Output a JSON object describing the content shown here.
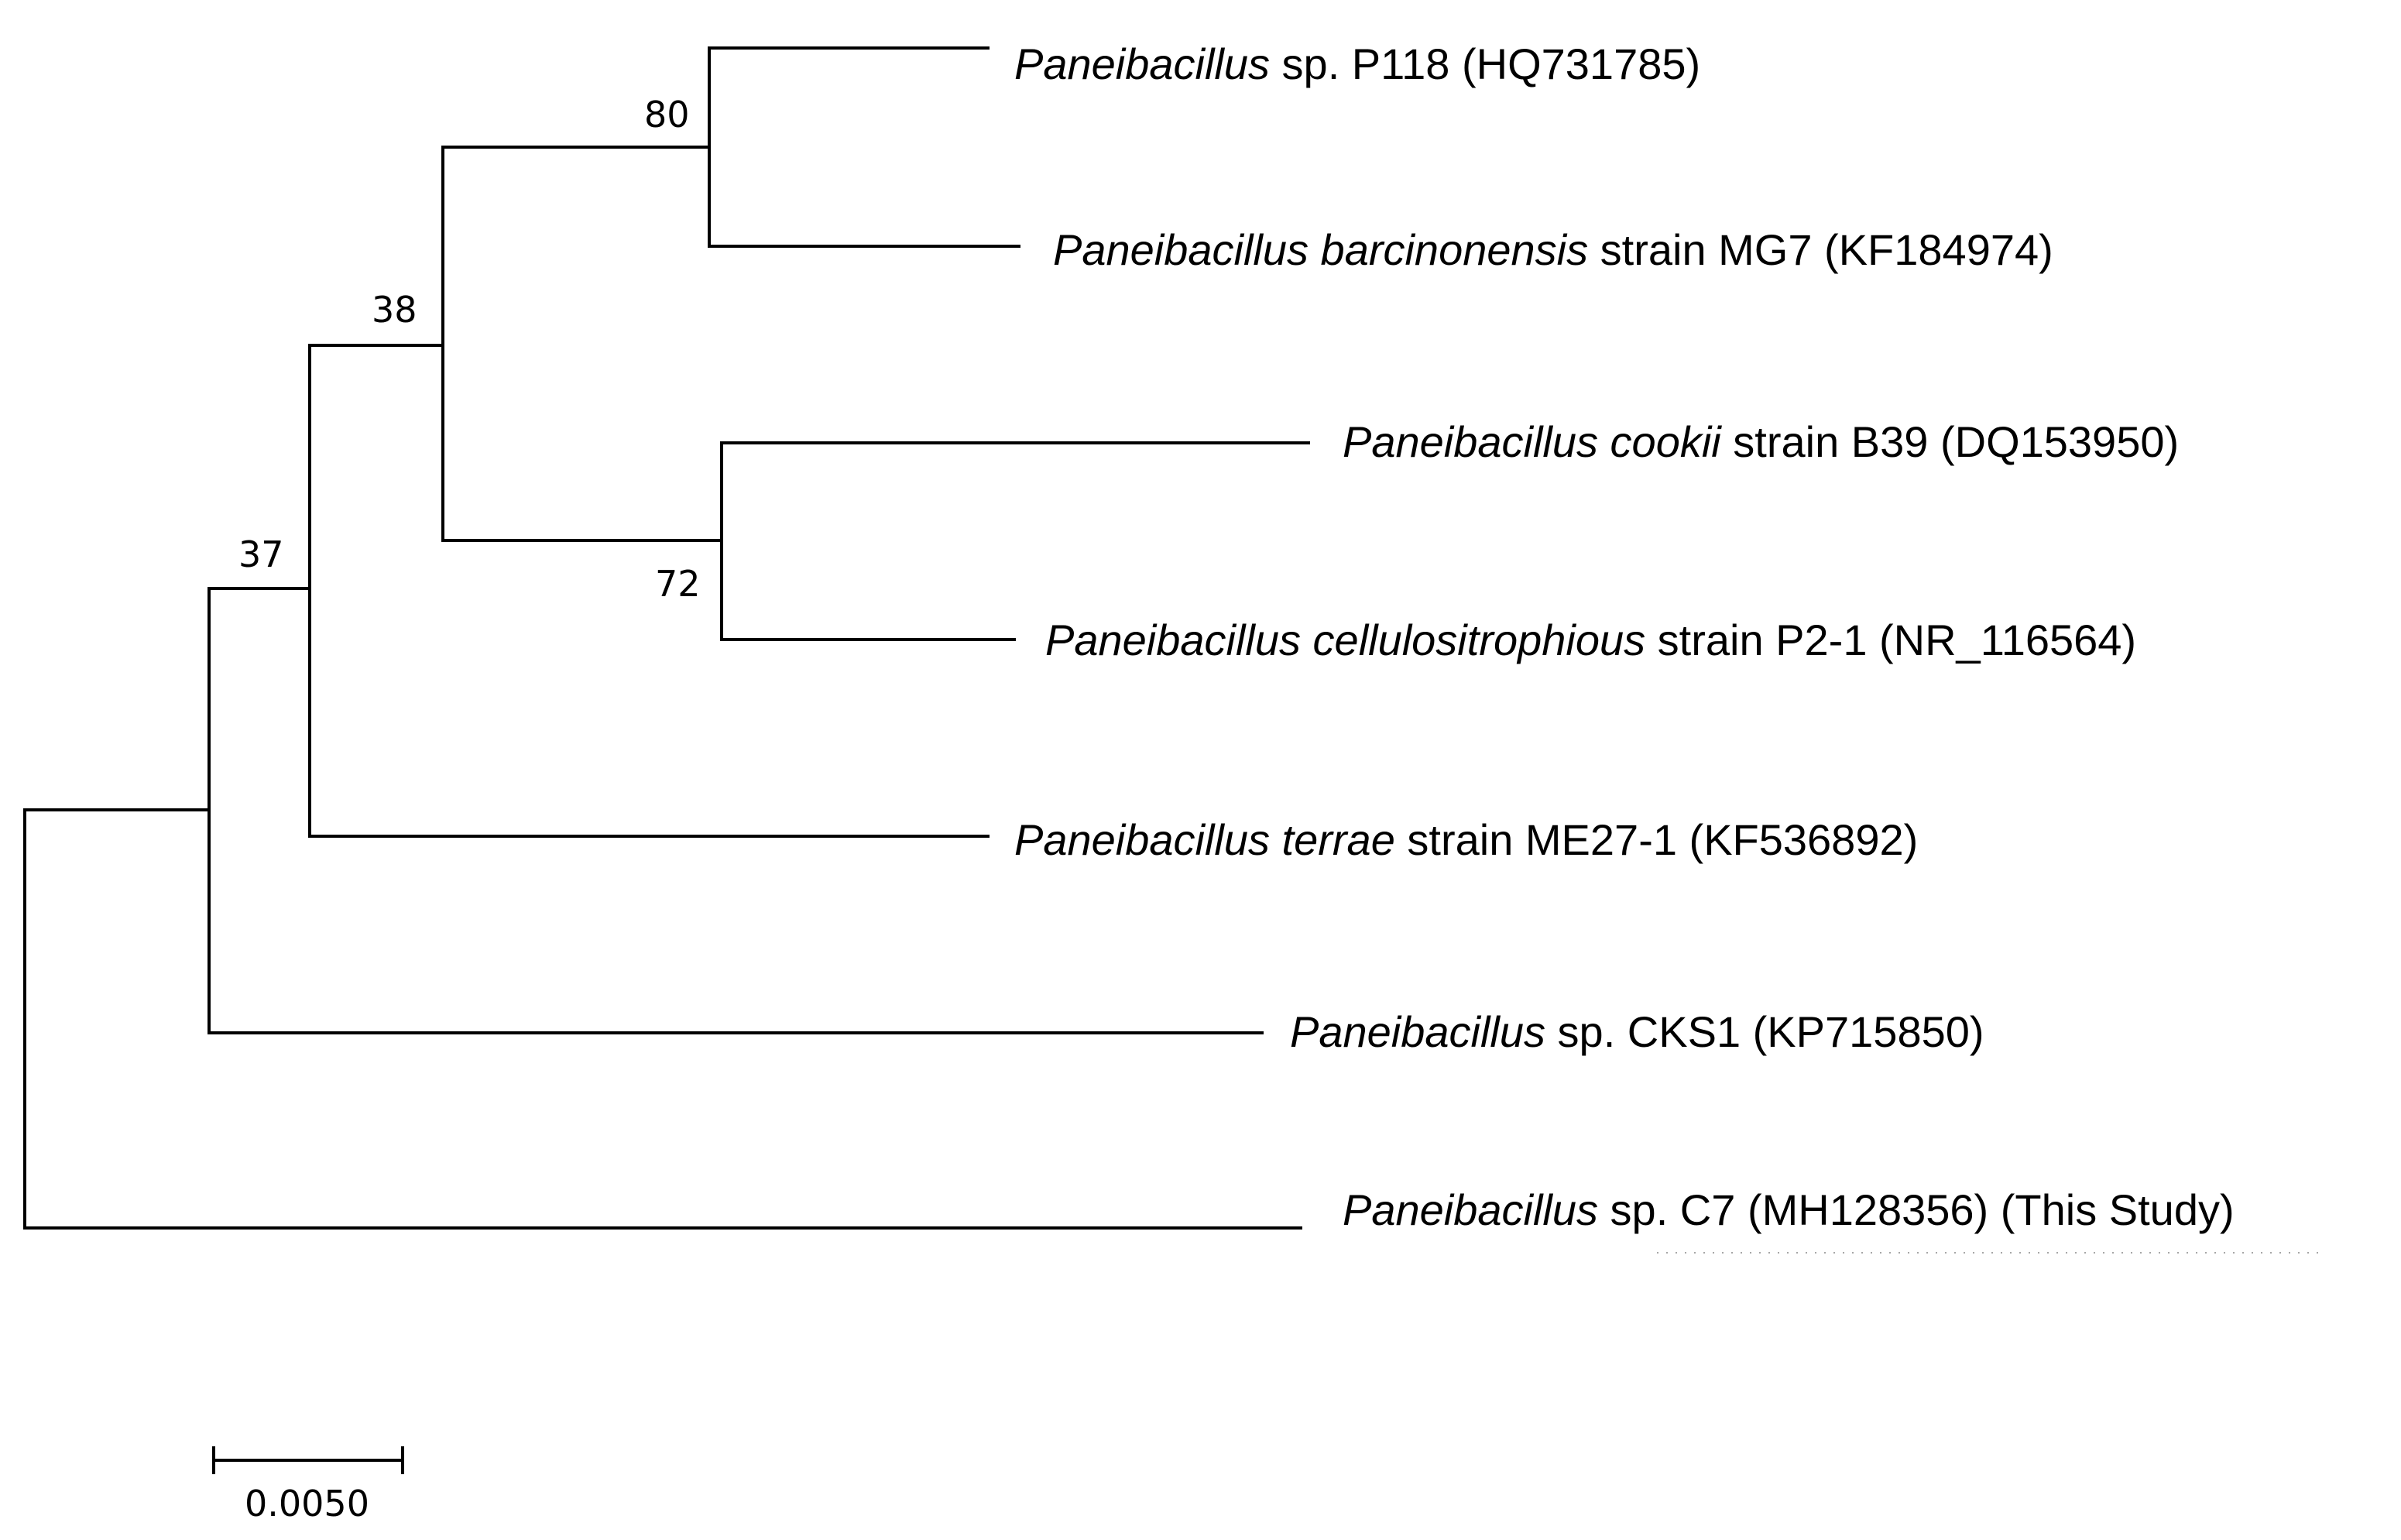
{
  "taxa": [
    {
      "genus": "Paneibacillus",
      "epithet": "",
      "rest": " sp. P118 (HQ731785)"
    },
    {
      "genus": "Paneibacillus",
      "epithet": " barcinonensis",
      "rest": " strain MG7 (KF184974)"
    },
    {
      "genus": "Paneibacillus",
      "epithet": " cookii",
      "rest": " strain B39 (DQ153950)"
    },
    {
      "genus": "Paneibacillus",
      "epithet": " cellulositrophious",
      "rest": " strain P2-1 (NR_116564)"
    },
    {
      "genus": "Paneibacillus",
      "epithet": " terrae",
      "rest": " strain ME27-1 (KF536892)"
    },
    {
      "genus": "Paneibacillus",
      "epithet": "",
      "rest": " sp. CKS1 (KP715850)"
    },
    {
      "genus": "Paneibacillus",
      "epithet": "",
      "rest": " sp. C7 (MH128356) (This Study)"
    }
  ],
  "bootstrap": {
    "node_p118_mg7": "80",
    "node_clade_38": "38",
    "node_cookii_p21": "72",
    "node_clade_37": "37"
  },
  "scale_bar": {
    "label": "0.0050",
    "length_substitutions": 0.005
  }
}
